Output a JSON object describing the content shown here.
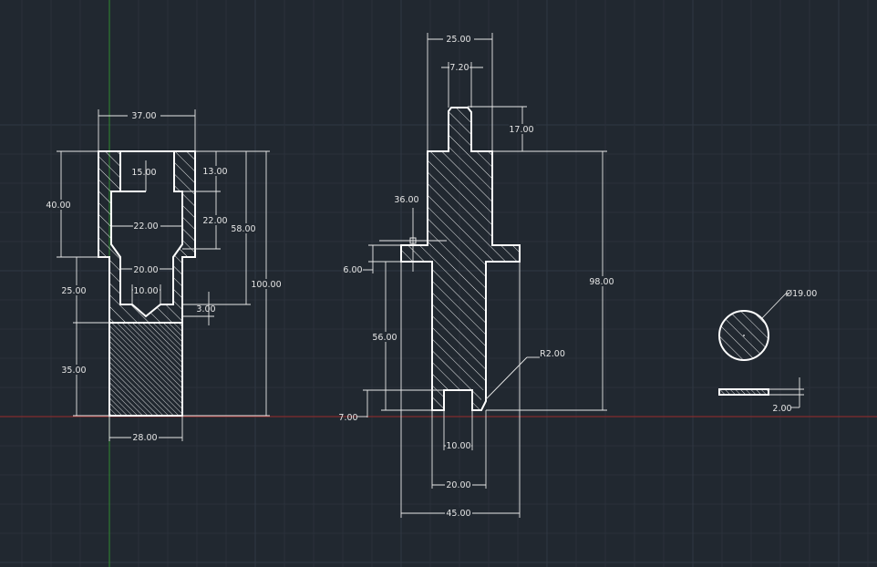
{
  "colors": {
    "background": "#212830",
    "object_lines": "#ffffff",
    "dimension_lines": "#e8e8e8",
    "axis_x": "#9b2b2b",
    "axis_y": "#2f8a2f"
  },
  "part_a": {
    "dim_top_width": "37.00",
    "dim_bore_top": "15.00",
    "dim_right_step_1": "13.00",
    "dim_bore_mid": "22.00",
    "dim_right_step_2": "22.00",
    "dim_left_upper": "40.00",
    "dim_right_58": "58.00",
    "dim_right_100": "100.00",
    "dim_bore_lower": "20.00",
    "dim_bore_small": "10.00",
    "dim_cone": "3.00",
    "dim_left_mid": "25.00",
    "dim_left_lower": "35.00",
    "dim_bottom_width": "28.00"
  },
  "part_b": {
    "dim_top_width": "25.00",
    "dim_tip_width": "7.20",
    "dim_tip_height": "17.00",
    "dim_36": "36.00",
    "dim_flange": "6.00",
    "dim_total_height": "98.00",
    "dim_56": "56.00",
    "dim_radius": "R2.00",
    "dim_bottom_step": "7.00",
    "dim_slot": "10.00",
    "dim_shaft": "20.00",
    "dim_flange_width": "45.00"
  },
  "part_c": {
    "dim_diameter": "Ø19.00",
    "dim_thickness": "2.00"
  }
}
